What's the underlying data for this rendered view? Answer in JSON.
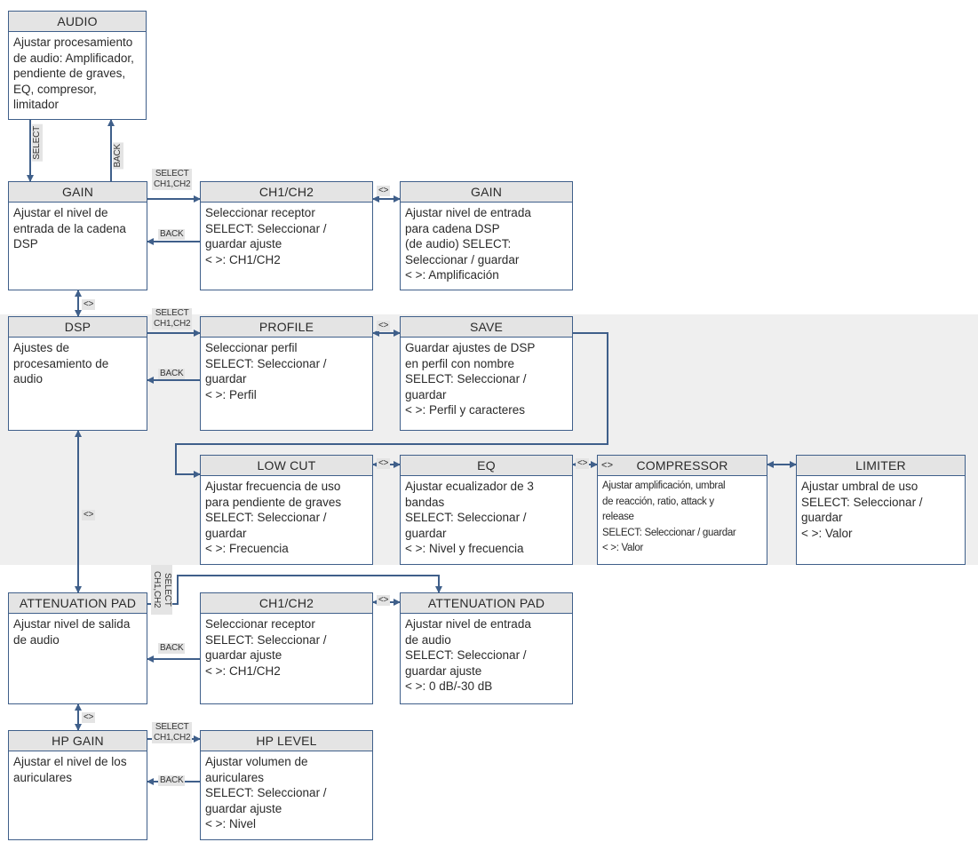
{
  "labels": {
    "select": "SELECT",
    "back": "BACK",
    "select_ch": "SELECT\nCH1,CH2",
    "nav": "<>",
    "select_ch_v": "SELECT\nCH1,CH2"
  },
  "boxes": {
    "audio": {
      "title": "AUDIO",
      "text": "Ajustar procesamiento\nde audio: Amplificador,\npendiente de graves,\nEQ, compresor,\nlimitador"
    },
    "gain": {
      "title": "GAIN",
      "text": "Ajustar el nivel de\nentrada de la cadena\nDSP"
    },
    "ch1ch2_a": {
      "title": "CH1/CH2",
      "text": "Seleccionar receptor\nSELECT: Seleccionar /\nguardar ajuste\n< >: CH1/CH2"
    },
    "gain2": {
      "title": "GAIN",
      "text": "Ajustar nivel de entrada\npara cadena DSP\n(de audio) SELECT:\nSeleccionar / guardar\n< >: Amplificación"
    },
    "dsp": {
      "title": "DSP",
      "text": "Ajustes de\nprocesamiento de\naudio"
    },
    "profile": {
      "title": "PROFILE",
      "text": "Seleccionar perfil\nSELECT: Seleccionar /\nguardar\n< >: Perfil"
    },
    "save": {
      "title": "SAVE",
      "text": "Guardar ajustes de DSP\nen perfil con nombre\nSELECT: Seleccionar /\nguardar\n< >: Perfil y caracteres"
    },
    "lowcut": {
      "title": "LOW CUT",
      "text": "Ajustar frecuencia de uso\npara pendiente de graves\nSELECT: Seleccionar /\nguardar\n< >: Frecuencia"
    },
    "eq": {
      "title": "EQ",
      "text": "Ajustar ecualizador de 3\nbandas\nSELECT: Seleccionar /\nguardar\n< >: Nivel y frecuencia"
    },
    "compressor": {
      "title": "COMPRESSOR",
      "sym": "<>",
      "text": "Ajustar amplificación, umbral\nde reacción, ratio, attack y\nrelease\nSELECT: Seleccionar / guardar\n< >: Valor"
    },
    "limiter": {
      "title": "LIMITER",
      "text": "Ajustar umbral de uso\nSELECT: Seleccionar /\nguardar\n< >: Valor"
    },
    "attpad": {
      "title": "ATTENUATION PAD",
      "text": "Ajustar nivel de salida\nde audio"
    },
    "ch1ch2_b": {
      "title": "CH1/CH2",
      "text": "Seleccionar receptor\nSELECT: Seleccionar /\nguardar ajuste\n< >: CH1/CH2"
    },
    "attpad2": {
      "title": "ATTENUATION PAD",
      "text": "Ajustar nivel de entrada\nde audio\nSELECT: Seleccionar /\nguardar ajuste\n< >: 0 dB/-30 dB"
    },
    "hpgain": {
      "title": "HP GAIN",
      "text": "Ajustar el nivel de los\nauriculares"
    },
    "hplevel": {
      "title": "HP LEVEL",
      "text": "Ajustar volumen de\nauriculares\nSELECT: Seleccionar /\nguardar ajuste\n< >: Nivel"
    }
  }
}
